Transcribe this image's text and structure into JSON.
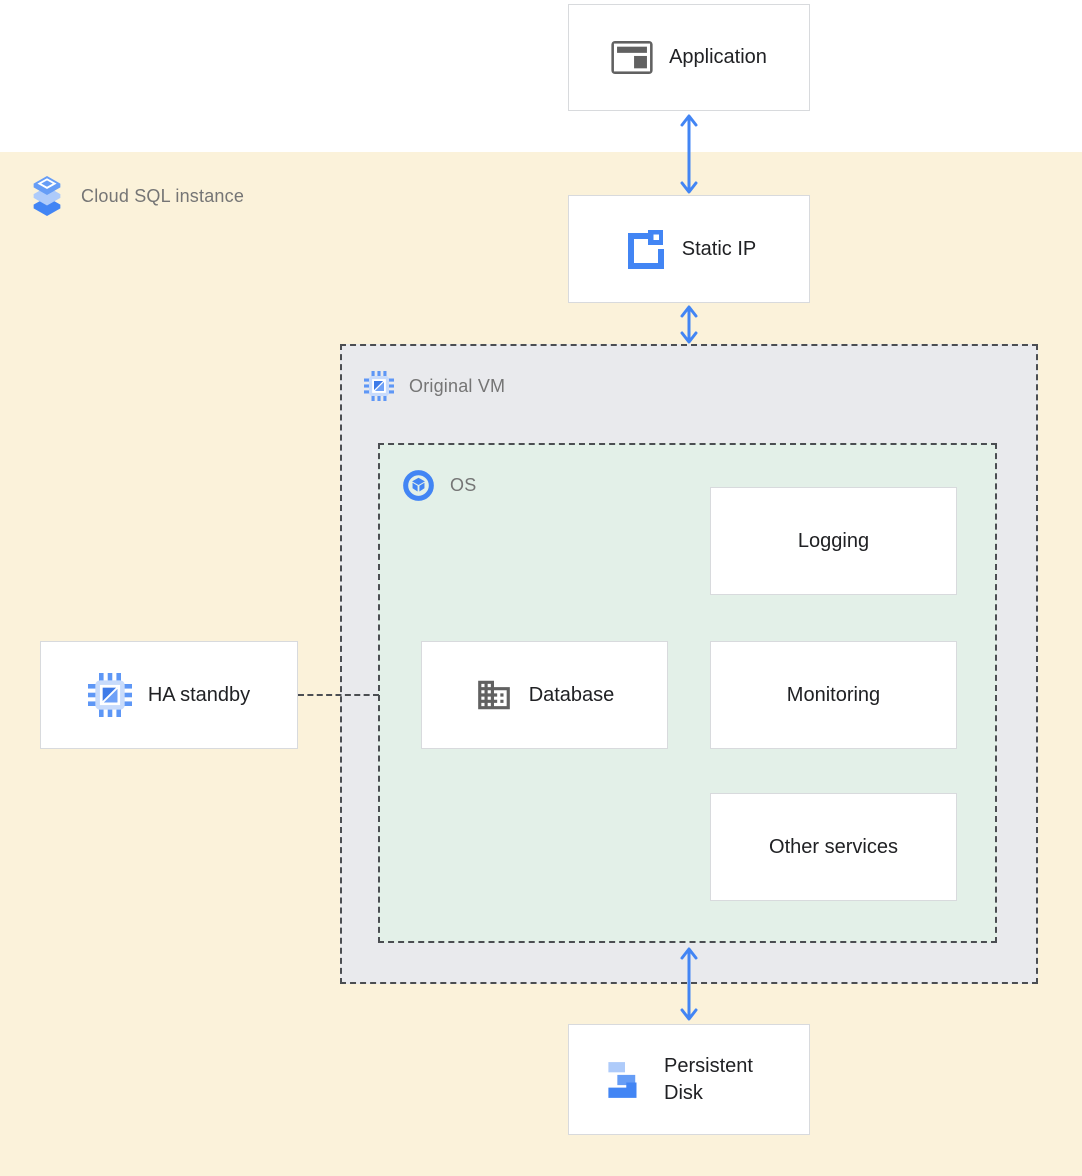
{
  "diagram": {
    "regions": {
      "cloud_sql": {
        "label": "Cloud SQL instance",
        "background": "#FBF2DA"
      },
      "original_vm": {
        "label": "Original VM",
        "background": "#E9EAED"
      },
      "os": {
        "label": "OS",
        "background": "#E3F0E8"
      }
    },
    "nodes": {
      "application": {
        "label": "Application"
      },
      "static_ip": {
        "label": "Static IP"
      },
      "ha_standby": {
        "label": "HA standby"
      },
      "logging": {
        "label": "Logging"
      },
      "database": {
        "label": "Database"
      },
      "monitoring": {
        "label": "Monitoring"
      },
      "other_services": {
        "label": "Other services"
      },
      "persistent_disk": {
        "label": "Persistent Disk"
      }
    },
    "icons": {
      "application": "application-window-icon",
      "cloud_sql": "cloud-sql-stack-icon",
      "static_ip": "static-ip-icon",
      "vm": "compute-engine-chip-icon",
      "os": "os-image-icon",
      "database": "database-building-icon",
      "persistent_disk": "persistent-disk-icon"
    },
    "colors": {
      "arrow_blue": "#4285F4",
      "icon_blue_dark": "#4285F4",
      "icon_blue_medium": "#669DF6",
      "icon_blue_light": "#AECBFA",
      "icon_gray": "#616161",
      "dashed_border": "#4B4E52",
      "node_border": "#D8DADD",
      "label_gray": "#757575",
      "label_dark": "#202124"
    },
    "connections": [
      "application <-> static_ip",
      "static_ip <-> original_vm",
      "os <-> persistent_disk",
      "ha_standby -- original_vm (dashed)"
    ]
  }
}
